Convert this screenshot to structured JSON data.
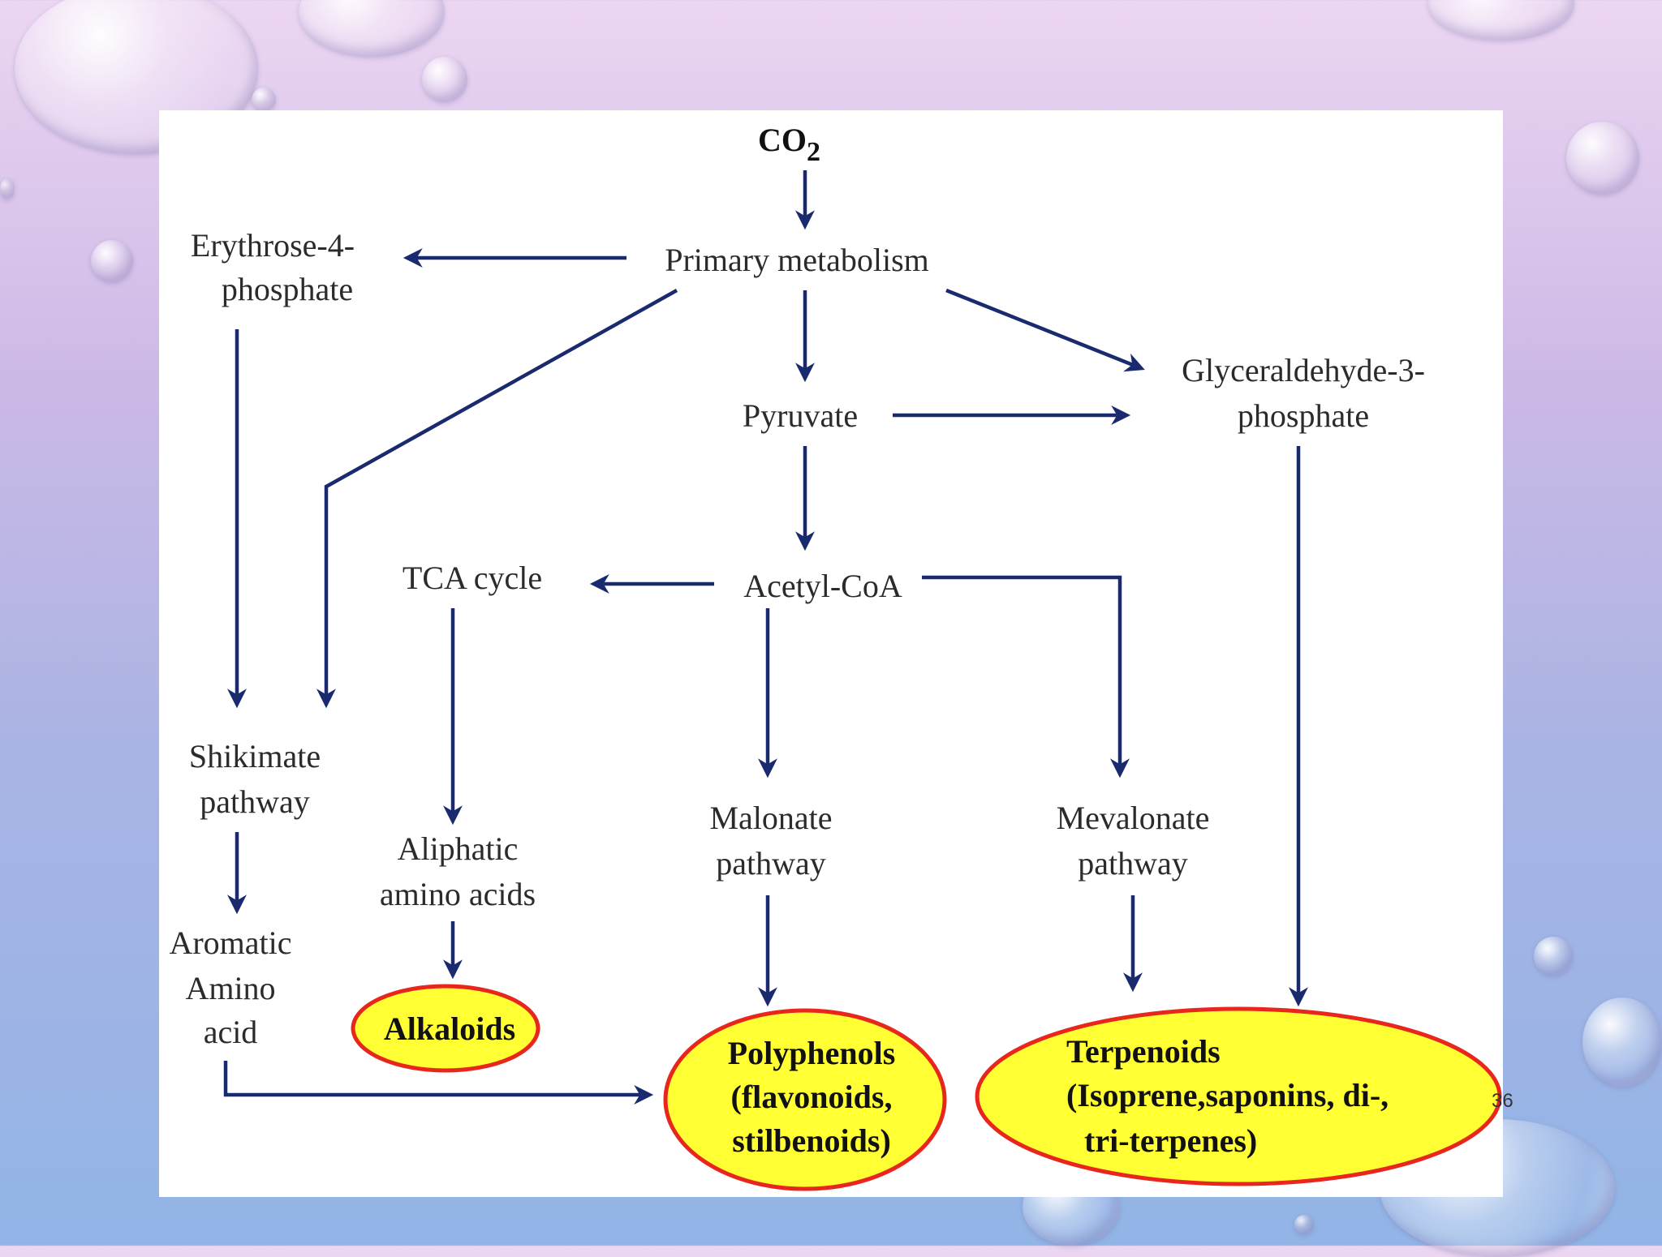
{
  "diagram": {
    "nodes": {
      "co2": "CO",
      "co2_sub": "2",
      "primary": "Primary metabolism",
      "erythrose_l1": "Erythrose-4-",
      "erythrose_l2": "phosphate",
      "glyceraldehyde_l1": "Glyceraldehyde-3-",
      "glyceraldehyde_l2": "phosphate",
      "pyruvate": "Pyruvate",
      "tca": "TCA cycle",
      "acetyl": "Acetyl-CoA",
      "shikimate_l1": "Shikimate",
      "shikimate_l2": "pathway",
      "aliphatic_l1": "Aliphatic",
      "aliphatic_l2": "amino acids",
      "malonate_l1": "Malonate",
      "malonate_l2": "pathway",
      "mevalonate_l1": "Mevalonate",
      "mevalonate_l2": "pathway",
      "aromatic_l1": "Aromatic",
      "aromatic_l2": "Amino",
      "aromatic_l3": "acid",
      "alkaloids": "Alkaloids",
      "polyphenols_l1": "Polyphenols",
      "polyphenols_l2": "(flavonoids,",
      "polyphenols_l3": "stilbenoids)",
      "terpenoids_l1": "Terpenoids",
      "terpenoids_l2": "(Isoprene,saponins, di-,",
      "terpenoids_l3": "tri-terpenes)"
    },
    "colors": {
      "arrow": "#1a2a6e",
      "ellipse_fill": "#ffff33",
      "ellipse_stroke": "#e8261c"
    }
  },
  "slide_number": "36"
}
